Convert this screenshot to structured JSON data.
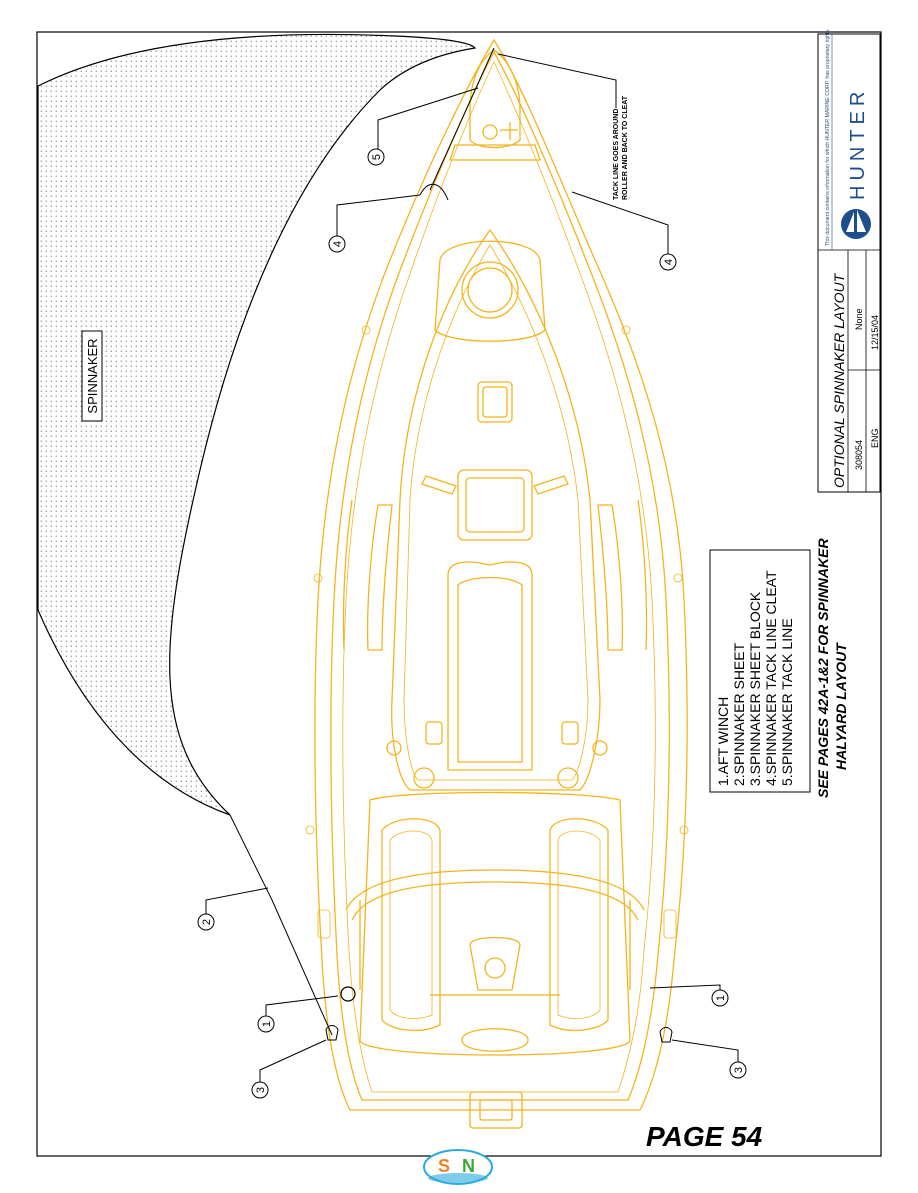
{
  "spinnaker_label": "SPINNAKER",
  "legend": {
    "items": [
      "1.AFT WINCH",
      "2.SPINNAKER SHEET",
      "3.SPINNAKER SHEET BLOCK",
      "4.SPINNAKER TACK LINE CLEAT",
      "5.SPINNAKER TACK LINE"
    ]
  },
  "note": {
    "line1": "SEE PAGES 42A-1&2 FOR SPINNAKER",
    "line2": "HALYARD LAYOUT"
  },
  "tack_note": {
    "line1": "TACK LINE GOES AROUND",
    "line2": "ROLLER AND BACK TO CLEAT"
  },
  "callouts": {
    "c1": "1",
    "c2": "2",
    "c3": "3",
    "c4": "4",
    "c5": "5"
  },
  "title_block": {
    "title": "OPTIONAL  SPINNAKER  LAYOUT",
    "drawing_no": "308054",
    "scale": "None",
    "drawn_by": "ENG",
    "date": "12/15/04",
    "brand": "HUNTER",
    "disclaimer": "This document contains information for which HUNTER MARINE CORP. has proprietary rights."
  },
  "page_label": "PAGE 54",
  "footer_logo": {
    "s": "S",
    "n": "N"
  },
  "colors": {
    "hull": "#F5B31C",
    "lines": "#000000",
    "brand_blue": "#1E4E8C",
    "logo_orange": "#F58220",
    "logo_green": "#3AAA35",
    "logo_blue": "#29A9E0"
  }
}
